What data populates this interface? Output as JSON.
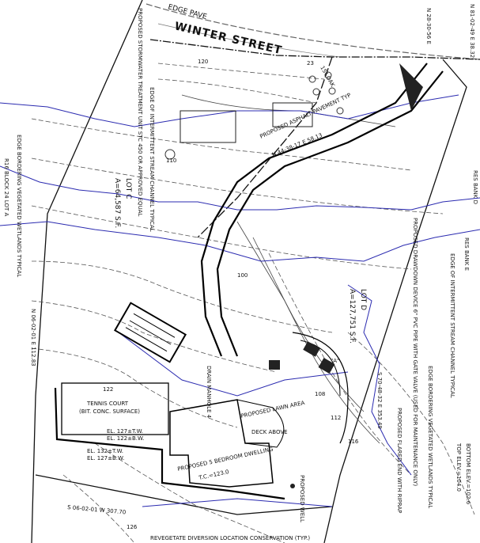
{
  "street": {
    "name": "WINTER STREET",
    "edge": "EDGE PAVE"
  },
  "lots": [
    {
      "name": "LOT C",
      "area": "A=64,587 S.F."
    },
    {
      "name": "LOT D",
      "area": "A=127,751 S.F."
    }
  ],
  "labels": {
    "adjacent_lot": "R16 BLOCK 24 LOT A",
    "wetland_left": "EDGE BORDERING VEGETATED WETLANDS TYPICAL",
    "wetland_right": "EDGE BORDERING VEGETATED WETLANDS TYPICAL",
    "stream_left": "EDGE OF INTERMITTENT STREAM CHANNEL TYPICAL",
    "stream_right": "EDGE OF INTERMITTENT STREAM CHANNEL TYPICAL",
    "stormwater": "PROPOSED STORMWATER TREATMENT UNIT STC 450 OR APPROVED EQUAL",
    "asphalt": "PROPOSED ASPHALT PAVEMENT TYP",
    "tennis": "TENNIS COURT",
    "tennis_surface": "(BIT. CONC. SURFACE)",
    "dwelling": "PROPOSED 5 BEDROOM DWELLING",
    "dwelling_tc": "T.C.=123.0",
    "lawn": "PROPOSED LAWN AREA",
    "deck": "DECK ABOVE",
    "wall1": "EL. 127±T.W.",
    "wall2": "EL. 122±B.W.",
    "wall3": "EL. 132±T.W.",
    "wall4": "EL. 127±B.W.",
    "drawdown": "PROPOSED DRAWDOWN DEVICE 6\" PVC PIPE WITH GATE VALVE (USED FOR MAINTENANCE ONLY)",
    "flared_end": "PROPOSED FLARED END WITH RIPRAP",
    "well": "PROPOSED WELL",
    "manhole": "DRAIN MANHOLE 4",
    "res_bank_d": "RES BANK D",
    "res_bank_e": "RES BANK E",
    "oak": "15\" OAK",
    "tree": "23",
    "a_mark": "\"A\"",
    "bottom_elev": "BOTTOM ELEV.=102.6",
    "top_elev": "TOP ELEV.=104.0",
    "vegetate": "REVEGETATE DIVERSION LOCATION CONSERVATION (TYP.)"
  },
  "bearings": {
    "south": "S 06-02-01 W   307.70",
    "east": "S 70-48-32 E   353.49",
    "north": "N 44-38-17 E  58.13",
    "ne": "N 28-30-56 E",
    "ne2": "N 81-02-49 E  38.32",
    "west": "N 06-02-01 E  112.83"
  },
  "contours": [
    "120",
    "110",
    "100",
    "108",
    "112",
    "116",
    "122",
    "126"
  ]
}
